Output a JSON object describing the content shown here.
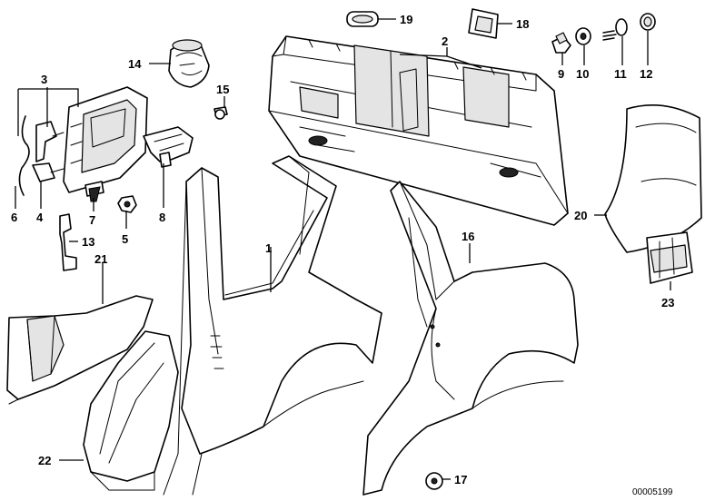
{
  "diagram": {
    "part_numbers": {
      "p1": "1",
      "p2": "2",
      "p3": "3",
      "p4": "4",
      "p5": "5",
      "p6": "6",
      "p7": "7",
      "p8": "8",
      "p9": "9",
      "p10": "10",
      "p11": "11",
      "p12": "12",
      "p13": "13",
      "p14": "14",
      "p15": "15",
      "p16": "16",
      "p17": "17",
      "p18": "18",
      "p19": "19",
      "p20": "20",
      "p21": "21",
      "p22": "22",
      "p23": "23"
    },
    "drawing_code": "00005199"
  }
}
